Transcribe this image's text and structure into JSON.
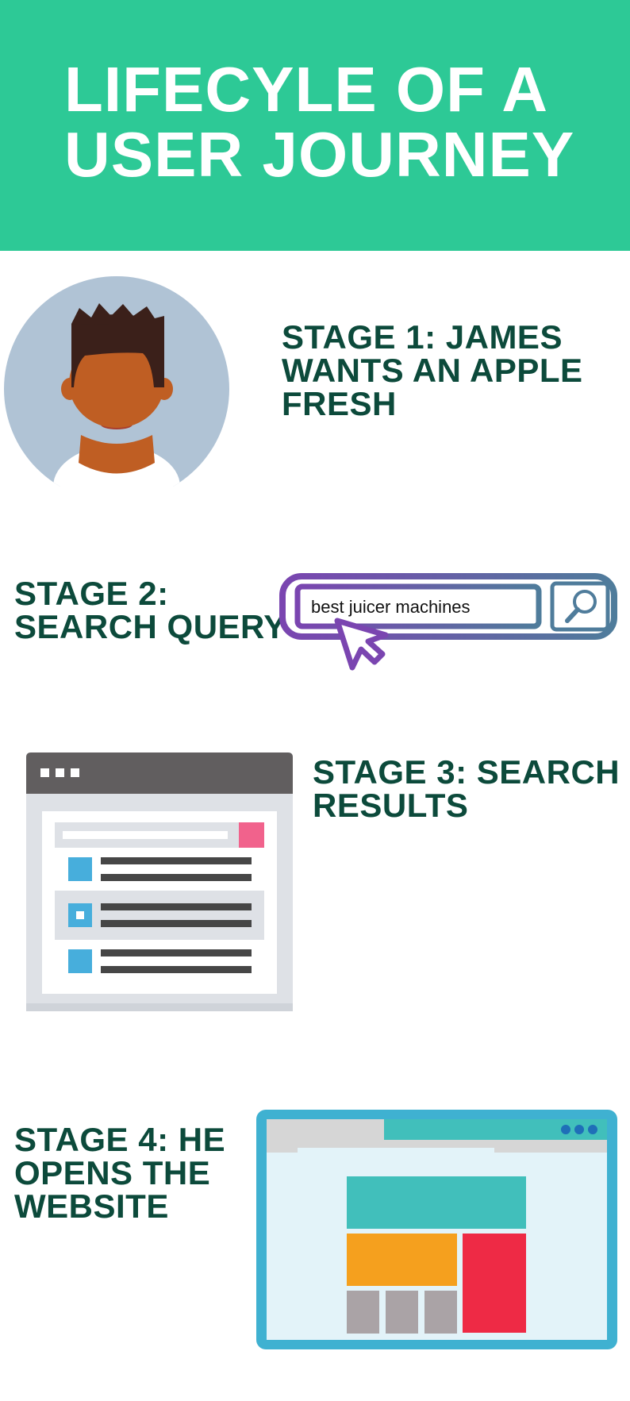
{
  "header": {
    "title": "LIFECYLE OF A\nUSER JOURNEY"
  },
  "stages": [
    {
      "text": "STAGE 1: JAMES\nWANTS AN APPLE\nFRESH"
    },
    {
      "text": "STAGE 2:\nSEARCH QUERY"
    },
    {
      "text": "STAGE 3: SEARCH\nRESULTS"
    },
    {
      "text": "STAGE 4: HE\nOPENS THE\nWEBSITE"
    }
  ],
  "search_box": {
    "query": "best juicer machines"
  },
  "colors": {
    "header_bg": "#2dc996",
    "stage_text": "#0c4a3b",
    "avatar_bg": "#b0c3d5",
    "skin": "#bf5e23",
    "hair": "#3b201a",
    "search_purple": "#7a45b0",
    "search_blue": "#4f7c9b",
    "browser_blue": "#3fb1d1",
    "teal_block": "#41bfbb",
    "orange_block": "#f5a01e",
    "red_block": "#ee2a45",
    "pink_button": "#f1628c"
  },
  "icons": [
    "avatar-icon",
    "search-bar-icon",
    "magnifier-icon",
    "cursor-icon",
    "search-results-icon",
    "website-browser-icon"
  ]
}
